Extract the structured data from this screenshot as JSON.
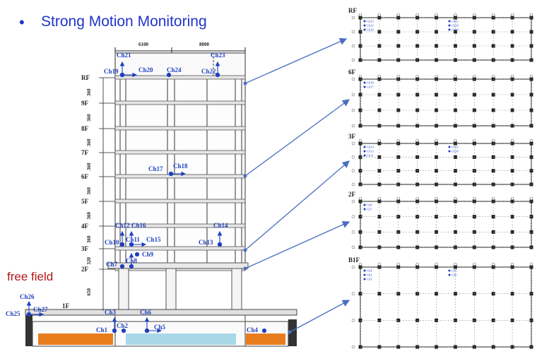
{
  "title": "Strong Motion Monitoring",
  "bullet": "•",
  "free_field_label": "free field",
  "ground_floor_label": "1F",
  "colors": {
    "title": "#2233cc",
    "free_field": "#b01818",
    "sensor": "#1f3fbf",
    "soil": "#e87d1e",
    "water": "#a8d8e8",
    "arrow": "#4a6fc0"
  },
  "top_dims": [
    "6100",
    "8000"
  ],
  "floors": [
    "RF",
    "9F",
    "8F",
    "7F",
    "6F",
    "5F",
    "4F",
    "3F",
    "2F"
  ],
  "story_heights": [
    "360",
    "360",
    "360",
    "360",
    "360",
    "360",
    "360",
    "320",
    "650"
  ],
  "plans": [
    "RF",
    "6F",
    "3F",
    "2F",
    "B1F"
  ],
  "channels": [
    "Ch1",
    "Ch2",
    "Ch3",
    "Ch4",
    "Ch5",
    "Ch6",
    "Ch7",
    "Ch8",
    "Ch9",
    "Ch10",
    "Ch11",
    "Ch12",
    "Ch13",
    "Ch14",
    "Ch15",
    "Ch16",
    "Ch17",
    "Ch18",
    "Ch19",
    "Ch20",
    "Ch21",
    "Ch22",
    "Ch23",
    "Ch24",
    "Ch25",
    "Ch26",
    "Ch27"
  ],
  "plan_channels": {
    "RF": [
      "Ch23",
      "Ch22",
      "Ch20",
      "Ch21",
      "Ch19",
      "Ch24"
    ],
    "6F": [
      "Ch18",
      "Ch17"
    ],
    "3F": [
      "Ch14",
      "Ch13",
      "Ch11",
      "Ch12",
      "Ch10"
    ],
    "2F": [
      "Ch8",
      "Ch7"
    ],
    "B1F": [
      "Ch4",
      "Ch2",
      "Ch3",
      "Ch5",
      "Ch6"
    ]
  }
}
